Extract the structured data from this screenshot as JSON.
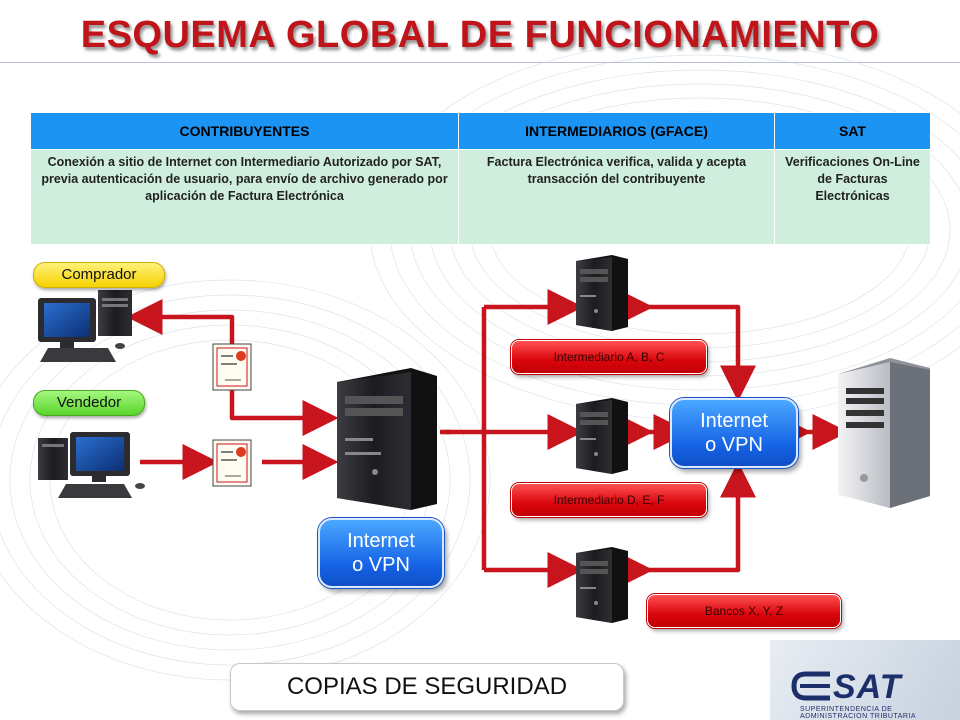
{
  "title": "ESQUEMA GLOBAL DE FUNCIONAMIENTO",
  "table": {
    "headers": [
      "CONTRIBUYENTES",
      "INTERMEDIARIOS (GFACE)",
      "SAT"
    ],
    "cells": [
      "Conexión a sitio de Internet con Intermediario Autorizado por SAT, previa autenticación de usuario, para envío de archivo generado por aplicación de Factura Electrónica",
      "Factura Electrónica verifica, valida y acepta transacción del contribuyente",
      "Verificaciones On-Line de Facturas Electrónicas"
    ]
  },
  "labels": {
    "buyer": "Comprador",
    "seller": "Vendedor",
    "internet_left": [
      "Internet",
      "o VPN"
    ],
    "internet_right": [
      "Internet",
      "o VPN"
    ],
    "intermediary_1": "Intermediario A, B, C",
    "intermediary_2": "Intermediario D, E, F",
    "banks": "Bancos X, Y, Z",
    "backup": "COPIAS DE SEGURIDAD"
  },
  "logo": {
    "text": "SAT",
    "subtitle": "SUPERINTENDENCIA DE ADMINISTRACION TRIBUTARIA"
  },
  "colors": {
    "title": "#c0141b",
    "header_bg": "#1c94f3",
    "cell_bg": "#cfeedd",
    "arrow": "#c8141c",
    "internet_bubble": "#1a6fe8",
    "label_red": "#d9060c"
  }
}
